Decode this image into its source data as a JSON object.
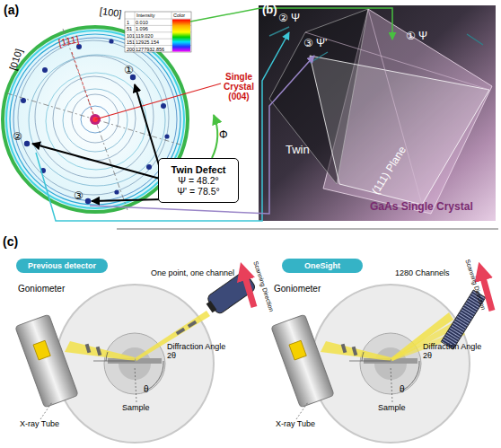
{
  "diagram": {
    "nodes": [
      {
        "text": [
          "Twin Defect",
          "Ψ = 48.2°",
          "Ψ' = 78.5°"
        ]
      },
      {
        "text": [
          "Previous detector"
        ]
      },
      {
        "text": [
          "OneSight"
        ]
      }
    ],
    "labels": [
      "(a)",
      "[010]",
      "[100]",
      "[111]",
      "Intensity",
      "Color",
      "1",
      "0.010",
      "51",
      "1.096",
      "101",
      "119.020",
      "151",
      "12925.154",
      "200",
      "1277932.856",
      "①",
      "②",
      "③",
      "Single Crystal (004)",
      "Φ",
      "(b)",
      "② Ψ",
      "③ Ψ'",
      "① Ψ",
      "Twin",
      "(111) Plane",
      "GaAs Single Crystal",
      "(c)",
      "Goniometer",
      "One point, one channel",
      "Scanning Direction",
      "Diffraction Angle 2θ",
      "θ",
      "Sample",
      "X-ray Tube",
      "Goniometer",
      "1280 Channels",
      "Scanning Direction",
      "Diffraction Angle 2θ",
      "θ",
      "Sample",
      "X-ray Tube"
    ]
  }
}
